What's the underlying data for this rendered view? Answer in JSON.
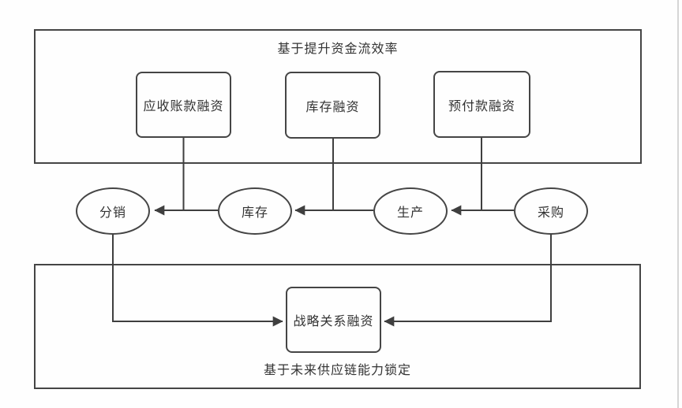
{
  "diagram": {
    "top_section": {
      "title": "基于提升资金流效率",
      "boxes": [
        {
          "label": "应收账款融资"
        },
        {
          "label": "库存融资"
        },
        {
          "label": "预付款融资"
        }
      ]
    },
    "process_chain": {
      "nodes": [
        {
          "label": "分销"
        },
        {
          "label": "库存"
        },
        {
          "label": "生产"
        },
        {
          "label": "采购"
        }
      ],
      "flow_direction": "right-to-left"
    },
    "bottom_section": {
      "title": "基于未来供应链能力锁定",
      "box": {
        "label": "战略关系融资"
      }
    },
    "colors": {
      "line": "#3f3f3f",
      "border": "#454545",
      "text": "#333333",
      "background": "#fefefe",
      "page_edge": "#d6d6d6"
    }
  }
}
